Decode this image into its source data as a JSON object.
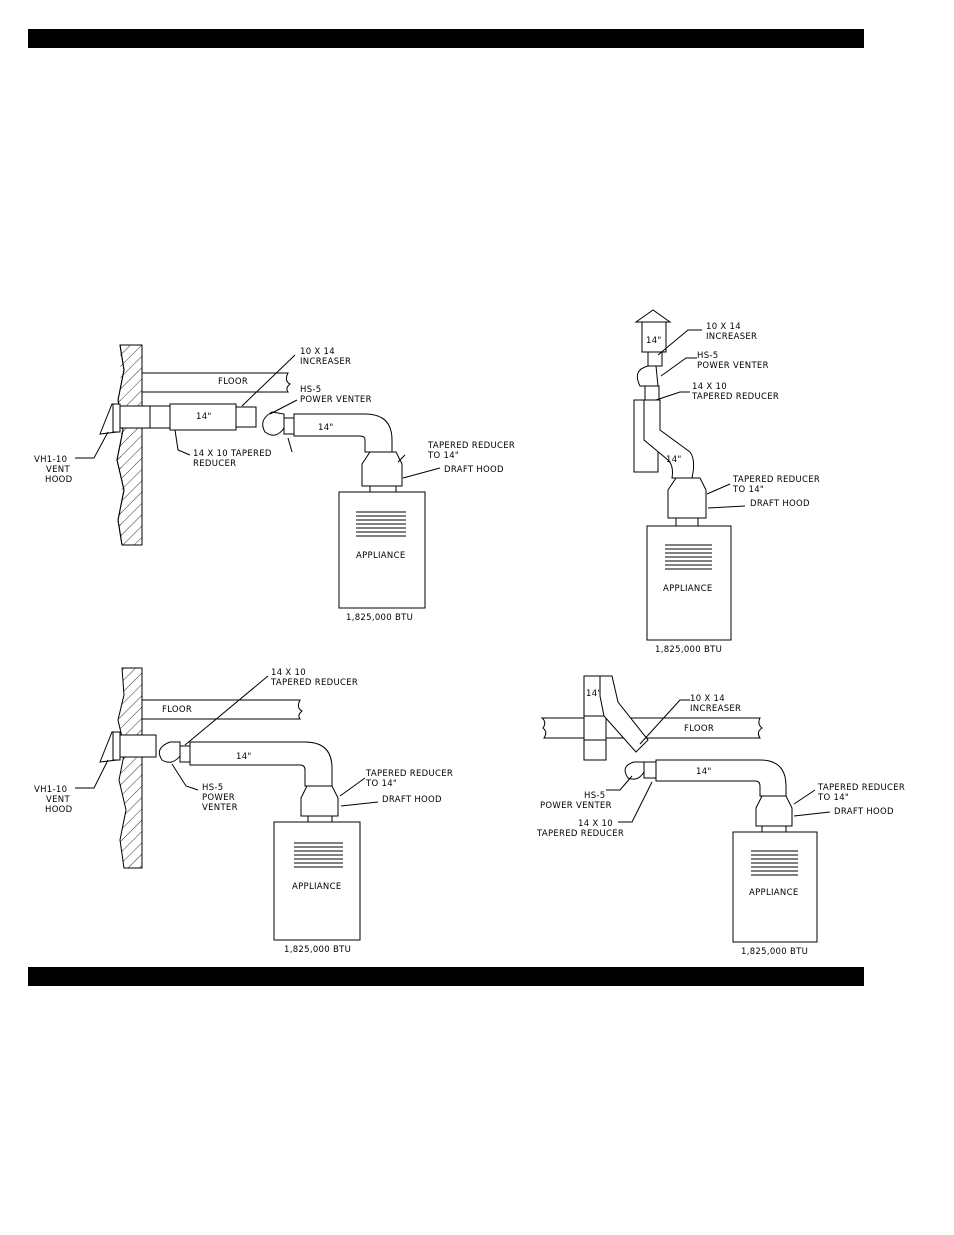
{
  "diagrams": [
    {
      "id": "d1",
      "labels": {
        "floor": "FLOOR",
        "increaser": [
          "10 X 14",
          "INCREASER"
        ],
        "power_venter": [
          "HS-5",
          "POWER VENTER"
        ],
        "pipe_a": "14\"",
        "pipe_b": "14\"",
        "tapered_reducer_low": [
          "14 X 10 TAPERED",
          "REDUCER"
        ],
        "tapered_reducer_to": [
          "TAPERED REDUCER",
          "TO 14\""
        ],
        "draft_hood": "DRAFT HOOD",
        "vent_hood": [
          "VH1-10",
          "VENT",
          "HOOD"
        ],
        "appliance": "APPLIANCE",
        "btu": "1,825,000 BTU"
      }
    },
    {
      "id": "d2",
      "labels": {
        "increaser": [
          "10 X 14",
          "INCREASER"
        ],
        "power_venter": [
          "HS-5",
          "POWER VENTER"
        ],
        "tapered_reducer_low": [
          "14 X 10",
          "TAPERED REDUCER"
        ],
        "pipe_top": "14\"",
        "pipe_a": "14\"",
        "tapered_reducer_to": [
          "TAPERED REDUCER",
          "TO 14\""
        ],
        "draft_hood": "DRAFT HOOD",
        "appliance": "APPLIANCE",
        "btu": "1,825,000 BTU"
      }
    },
    {
      "id": "d3",
      "labels": {
        "floor": "FLOOR",
        "tapered_reducer_low": [
          "14 X 10",
          "TAPERED REDUCER"
        ],
        "pipe_a": "14\"",
        "power_venter": [
          "HS-5",
          "POWER",
          "VENTER"
        ],
        "tapered_reducer_to": [
          "TAPERED REDUCER",
          "TO 14\""
        ],
        "draft_hood": "DRAFT HOOD",
        "vent_hood": [
          "VH1-10",
          "VENT",
          "HOOD"
        ],
        "appliance": "APPLIANCE",
        "btu": "1,825,000 BTU"
      }
    },
    {
      "id": "d4",
      "labels": {
        "pipe_top": "14\"",
        "increaser": [
          "10 X 14",
          "INCREASER"
        ],
        "floor": "FLOOR",
        "pipe_a": "14\"",
        "power_venter": [
          "HS-5",
          "POWER VENTER"
        ],
        "tapered_reducer_low": [
          "14 X 10",
          "TAPERED REDUCER"
        ],
        "tapered_reducer_to": [
          "TAPERED REDUCER",
          "TO 14\""
        ],
        "draft_hood": "DRAFT HOOD",
        "appliance": "APPLIANCE",
        "btu": "1,825,000 BTU"
      }
    }
  ]
}
